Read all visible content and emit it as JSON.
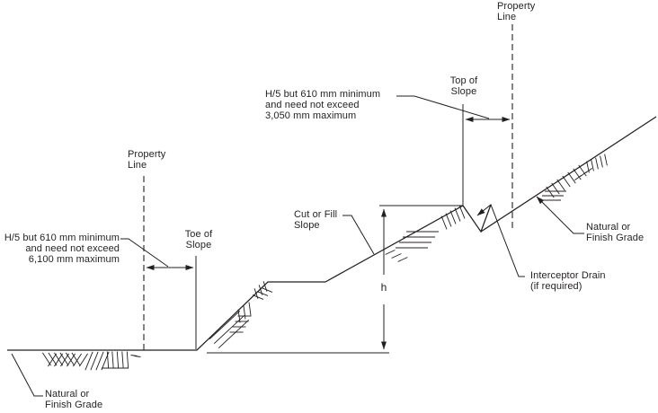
{
  "colors": {
    "line": "#231f20",
    "background": "#ffffff",
    "text": "#231f20"
  },
  "labels": {
    "property_line_top": "Property\nLine",
    "property_line_left": "Property\nLine",
    "top_of_slope": "Top of\nSlope",
    "toe_of_slope": "Toe of\nSlope",
    "setback_top_of_slope": "H/5 but 610 mm minimum\nand need not exceed\n3,050 mm maximum",
    "setback_toe_of_slope": "H/5 but 610 mm minimum\nand need not exceed\n6,100 mm maximum",
    "cut_or_fill_slope": "Cut or Fill\nSlope",
    "slope_height": "h",
    "natural_grade_right": "Natural or\nFinish Grade",
    "natural_grade_bottom_left": "Natural or\nFinish Grade",
    "interceptor_drain": "Interceptor Drain\n(if required)"
  }
}
